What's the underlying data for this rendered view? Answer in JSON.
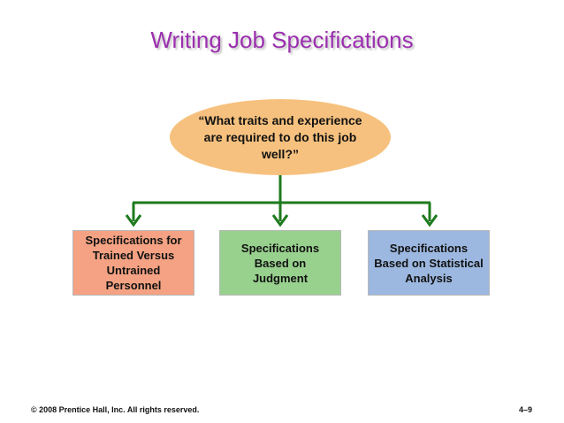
{
  "slide": {
    "title": "Writing Job Specifications",
    "question": "“What traits and experience are required to do this job well?”",
    "boxes": [
      {
        "label": "Specifications for Trained Versus Untrained Personnel"
      },
      {
        "label": "Specifications Based on Judgment"
      },
      {
        "label": "Specifications Based on Statistical Analysis"
      }
    ]
  },
  "footer": {
    "copyright": "© 2008 Prentice Hall, Inc. All rights reserved.",
    "page_number": "4–9"
  },
  "colors": {
    "title": "#9b2fae",
    "oval": "#f6c17e",
    "box_left": "#f4a283",
    "box_middle": "#98d08e",
    "box_right": "#9cb8e0",
    "connector": "#1e7a1e"
  }
}
